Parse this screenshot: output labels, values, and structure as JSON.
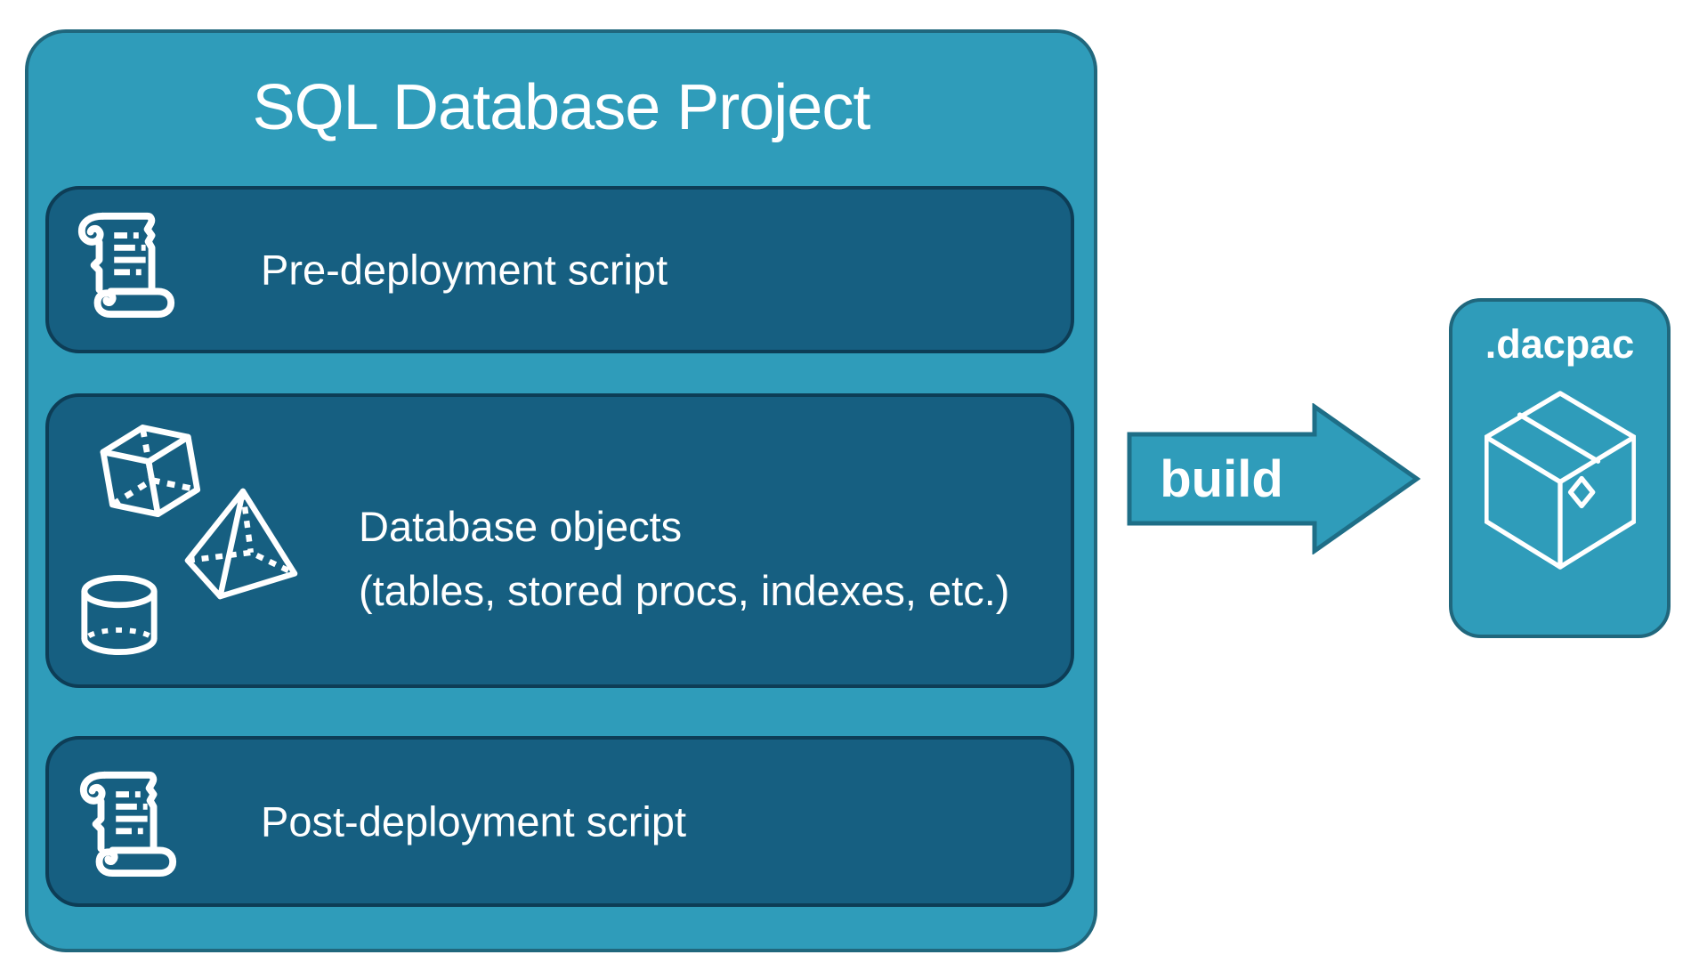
{
  "project": {
    "title": "SQL Database Project",
    "rows": [
      {
        "icon": "scroll-icon",
        "label": "Pre-deployment script"
      },
      {
        "icon": "shape-icons",
        "line1": "Database objects",
        "line2": "(tables, stored procs, indexes, etc.)"
      },
      {
        "icon": "scroll-icon",
        "label": "Post-deployment script"
      }
    ]
  },
  "arrow": {
    "label": "build"
  },
  "output": {
    "title": ".dacpac",
    "icon": "package-icon"
  },
  "icons": [
    "scroll-icon",
    "cube-icon",
    "pyramid-icon",
    "cylinder-icon",
    "package-icon",
    "build-arrow-icon"
  ],
  "colors": {
    "container_fill": "#2F9CBA",
    "container_border": "#20677D",
    "item_fill": "#165F81",
    "item_border": "#0D3D56",
    "arrow_fill": "#2F9CBA",
    "arrow_border": "#1E6E87",
    "icon_stroke": "#FFFFFF",
    "text": "#FFFFFF",
    "page_background": "#FFFFFF"
  }
}
